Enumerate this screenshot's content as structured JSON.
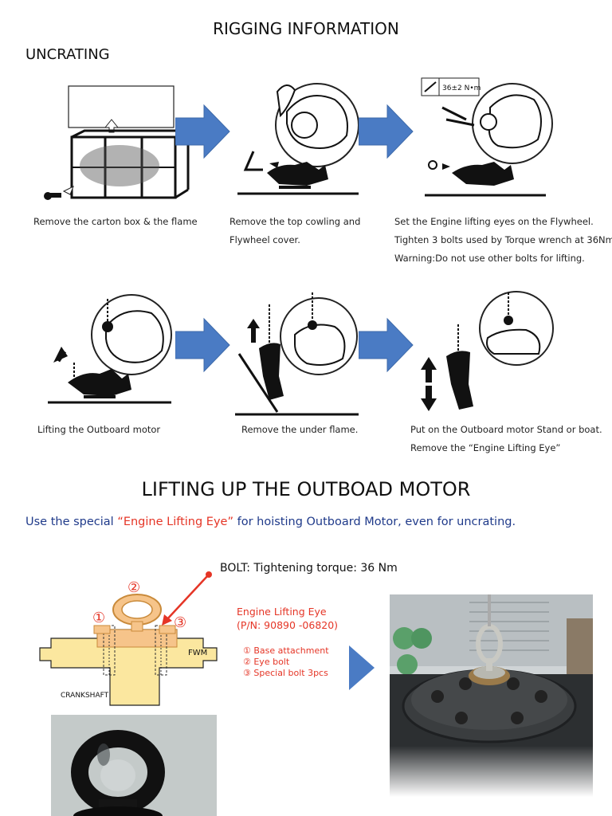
{
  "header": {
    "title": "RIGGING INFORMATION",
    "section": "UNCRATING"
  },
  "steps": [
    {
      "lines": [
        "Remove the carton box & the flame"
      ]
    },
    {
      "lines": [
        "Remove the top cowling and",
        "Flywheel cover."
      ]
    },
    {
      "lines": [
        "Set the Engine lifting eyes on the Flywheel.",
        "Tighten 3 bolts used by Torque wrench at 36Nm",
        "Warning:Do not use other bolts for lifting."
      ]
    },
    {
      "lines": [
        "Lifting the Outboard motor"
      ]
    },
    {
      "lines": [
        "Remove the under flame."
      ]
    },
    {
      "lines": [
        "Put on the Outboard motor Stand or boat.",
        "Remove the “Engine Lifting Eye”"
      ]
    }
  ],
  "torque_badge": "36±2 N•m",
  "lifting": {
    "title": "LIFTING UP THE OUTBOAD MOTOR",
    "note_before": "Use the special ",
    "note_highlight": "“Engine Lifting Eye”",
    "note_after": " for hoisting Outboard Motor, even for uncrating.",
    "bolt_label": "BOLT: Tightening torque: 36 Nm",
    "part_name": "Engine Lifting Eye",
    "part_number": "(P/N: 90890 -06820)",
    "parts": [
      "① Base attachment",
      "② Eye bolt",
      "③ Special bolt 3pcs"
    ],
    "diagram_labels": {
      "fwm": "FWM",
      "crankshaft": "CRANKSHAFT",
      "n1": "①",
      "n2": "②",
      "n3": "③"
    }
  },
  "colors": {
    "arrow": "#4a7bc4",
    "accent_red": "#e53526",
    "navy": "#1f3a8a",
    "base_orange": "#f6c48a"
  }
}
